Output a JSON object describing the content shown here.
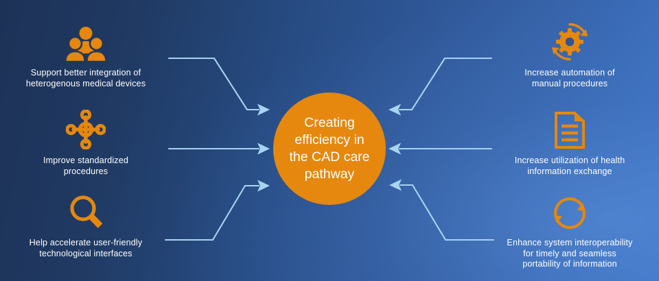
{
  "diagram": {
    "title": "Creating efficiency in the CAD care pathway",
    "hub": {
      "text": "Creating\nefficiency in\nthe CAD care\npathway",
      "color": "#e5880d",
      "text_color": "#ffffff"
    },
    "background": {
      "from": "#1d3257",
      "to": "#3e75c7"
    },
    "arrow_color": "#a8d4f0",
    "icon_color": "#e5880d",
    "left_nodes": [
      {
        "id": "devices",
        "icon": "people-group-icon",
        "label": "Support better integration of\nheterogenous medical devices"
      },
      {
        "id": "standard",
        "icon": "network-hub-icon",
        "label": "Improve standardized\nprocedures"
      },
      {
        "id": "interface",
        "icon": "magnifier-icon",
        "label": "Help accelerate user-friendly\ntechnological interfaces"
      }
    ],
    "right_nodes": [
      {
        "id": "automation",
        "icon": "gear-refresh-icon",
        "label": "Increase automation of\nmanual procedures"
      },
      {
        "id": "exchange",
        "icon": "document-lines-icon",
        "label": "Increase utilization of health\ninformation exchange"
      },
      {
        "id": "interoperable",
        "icon": "sync-circle-icon",
        "label": "Enhance system interoperability\nfor timely and seamless\nportability of information"
      }
    ]
  }
}
